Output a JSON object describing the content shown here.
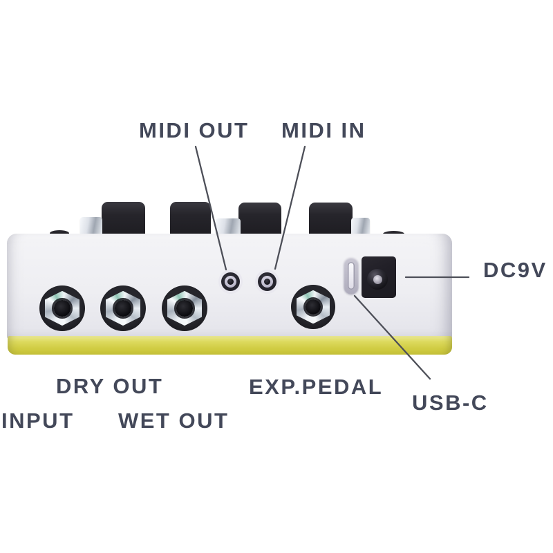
{
  "colors": {
    "background": "#ffffff",
    "label_text": "#434859",
    "callout_line": "#4d4f58",
    "pedal_body": "#ededf1",
    "pedal_base_yellow": "#d0cc42",
    "hardware_black": "#232228",
    "chrome": "#d7dbe2"
  },
  "labels": {
    "midi_out": "MIDI OUT",
    "midi_in": "MIDI IN",
    "dc9v": "DC9V",
    "usb_c": "USB-C",
    "exp_pedal": "EXP.PEDAL",
    "dry_out": "DRY OUT",
    "input": "INPUT",
    "wet_out": "WET OUT"
  }
}
